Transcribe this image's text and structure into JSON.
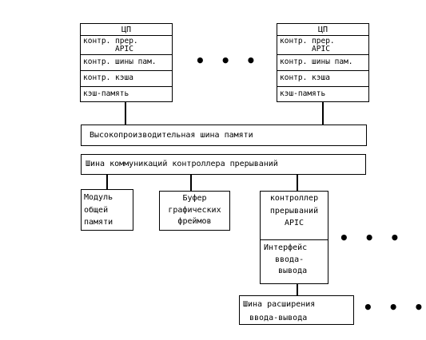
{
  "cpus": [
    {
      "cpu_label": "ЦП",
      "rows": [
        "контр. прер.",
        "APIC",
        "контр. шины пам.",
        "контр. кэша",
        "кэш-память"
      ]
    },
    {
      "cpu_label": "ЦП",
      "rows": [
        "контр. прер.",
        "APIC",
        "контр. шины пам.",
        "контр. кэша",
        "кэш-память"
      ]
    }
  ],
  "dots": "• • •",
  "memory_bus": "Высокопроизводительная шина памяти",
  "interrupt_bus": "Шина коммуникаций контроллера прерываний",
  "shared_memory": [
    "Модуль",
    "общей",
    "памяти"
  ],
  "frame_buffer": [
    "Буфер",
    "графических",
    "фреймов"
  ],
  "io_apic": [
    "контроллер",
    "прерываний",
    "APIC"
  ],
  "io_interface": [
    "Интерфейс",
    "ввода-",
    "вывода"
  ],
  "io_bus": [
    "Шина расширения",
    "ввода-вывода"
  ]
}
